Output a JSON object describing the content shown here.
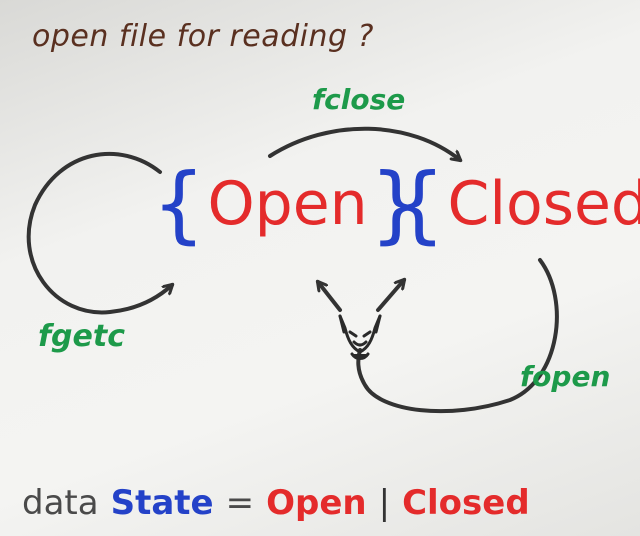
{
  "title": "open file for reading ?",
  "states": {
    "open": {
      "brace_left": "{",
      "label": "Open",
      "brace_right": "}"
    },
    "closed": {
      "brace_left": "{",
      "label": "Closed",
      "brace_right": "}"
    }
  },
  "transitions": {
    "fclose": "fclose",
    "fgetc": "fgetc",
    "fopen": "fopen"
  },
  "data_decl": {
    "keyword": "data",
    "type_name": "State",
    "equals": "=",
    "constructor_1": "Open",
    "separator": "|",
    "constructor_2": "Closed"
  },
  "colors": {
    "title": "#5a3020",
    "state_text": "#e42b2b",
    "brace": "#2442c8",
    "transition_label": "#1d9a4a",
    "arrow": "#333333",
    "keyword": "#4a4a4a"
  },
  "icons": {
    "start_marker": "devil-head-icon"
  }
}
